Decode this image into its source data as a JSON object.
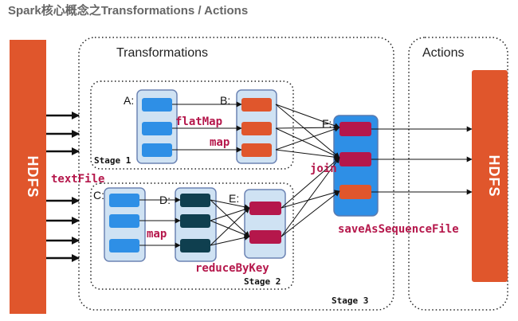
{
  "title": "Spark核心概念之Transformations / Actions",
  "sections": {
    "transformations": "Transformations",
    "actions": "Actions"
  },
  "hdfs": {
    "input": "HDFS",
    "output": "HDFS"
  },
  "nodes": {
    "a": "A:",
    "b": "B:",
    "c": "C:",
    "d": "D:",
    "e": "E:",
    "f": "F:"
  },
  "operations": {
    "text_file": "textFile",
    "flat_map": "flatMap",
    "map_stage1": "map",
    "map_stage2": "map",
    "reduce_by_key": "reduceByKey",
    "join": "join",
    "save_as_sequence_file": "saveAsSequenceFile"
  },
  "stages": {
    "stage1": "Stage 1",
    "stage2": "Stage 2",
    "stage3": "Stage 3"
  },
  "colors": {
    "hdfs": "#e0562c",
    "rdd_container": "#cfe2f3",
    "rdd_border": "#6d84b4",
    "blue_partition": "#2e8fe6",
    "orange_partition": "#e0562c",
    "teal_partition": "#0f3f4f",
    "crimson_partition": "#b5174b",
    "f_container": "#2e8fe6",
    "op_text": "#b5174b"
  }
}
